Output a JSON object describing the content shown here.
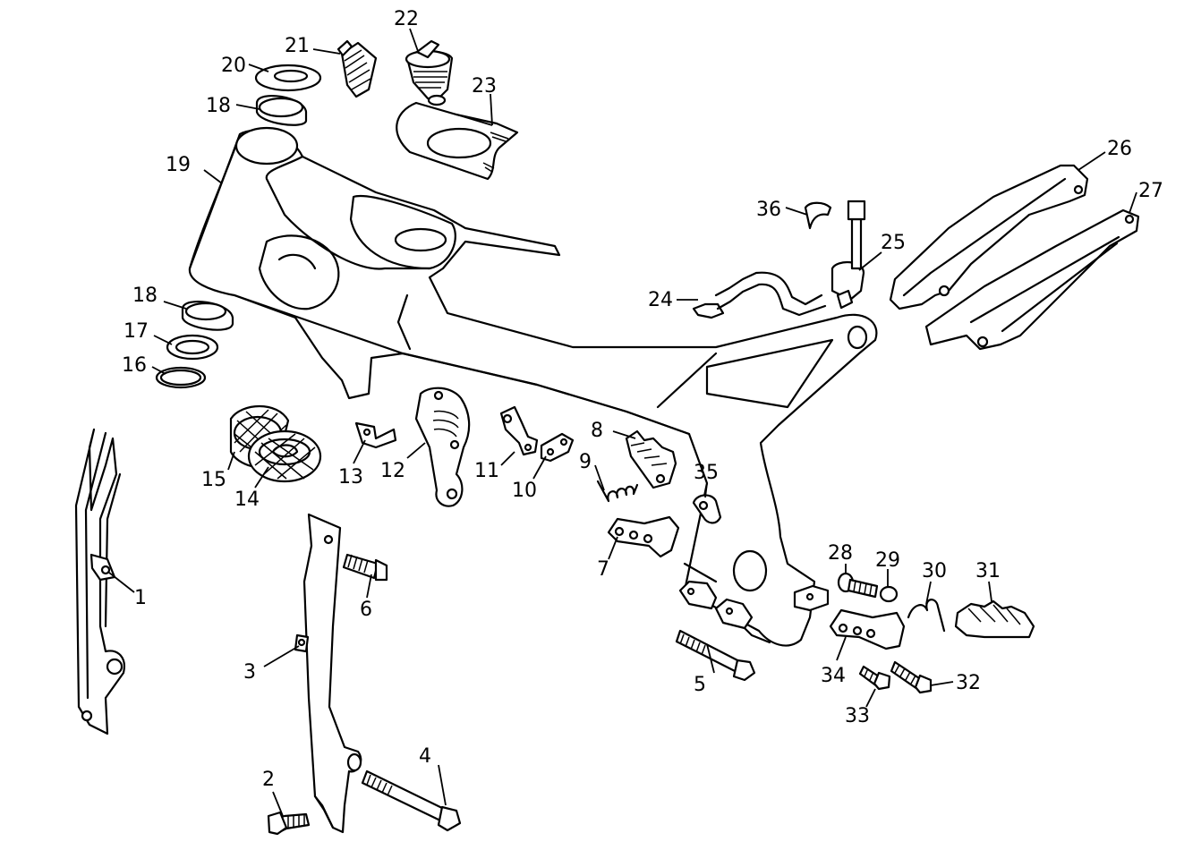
{
  "callouts": [
    {
      "num": "1"
    },
    {
      "num": "2"
    },
    {
      "num": "3"
    },
    {
      "num": "4"
    },
    {
      "num": "5"
    },
    {
      "num": "6"
    },
    {
      "num": "7"
    },
    {
      "num": "8"
    },
    {
      "num": "9"
    },
    {
      "num": "10"
    },
    {
      "num": "11"
    },
    {
      "num": "12"
    },
    {
      "num": "13"
    },
    {
      "num": "14"
    },
    {
      "num": "15"
    },
    {
      "num": "16"
    },
    {
      "num": "17"
    },
    {
      "num": "18"
    },
    {
      "num": "18"
    },
    {
      "num": "19"
    },
    {
      "num": "20"
    },
    {
      "num": "21"
    },
    {
      "num": "22"
    },
    {
      "num": "23"
    },
    {
      "num": "24"
    },
    {
      "num": "25"
    },
    {
      "num": "26"
    },
    {
      "num": "27"
    },
    {
      "num": "28"
    },
    {
      "num": "29"
    },
    {
      "num": "30"
    },
    {
      "num": "31"
    },
    {
      "num": "32"
    },
    {
      "num": "33"
    },
    {
      "num": "34"
    },
    {
      "num": "35"
    },
    {
      "num": "36"
    }
  ]
}
